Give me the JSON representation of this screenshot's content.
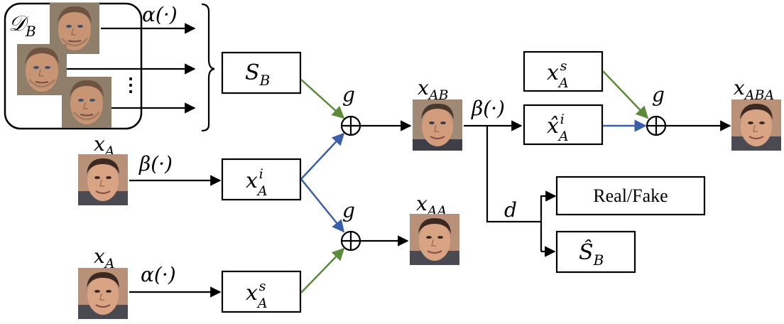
{
  "domain_set": {
    "label": "𝒟",
    "label_sub": "B"
  },
  "boxes": {
    "s_b": {
      "main": "S",
      "sub": "B"
    },
    "x_a_i": {
      "main": "x",
      "sub": "A",
      "sup": "i"
    },
    "x_a_s": {
      "main": "x",
      "sub": "A",
      "sup": "s"
    },
    "x_a_s_top": {
      "main": "x",
      "sub": "A",
      "sup": "s"
    },
    "x_a_i_hat": {
      "main": "x̂",
      "sub": "A",
      "sup": "i"
    },
    "real_fake": {
      "text": "Real/Fake"
    },
    "s_b_hat": {
      "main": "Ŝ",
      "sub": "B"
    }
  },
  "labels": {
    "x_a_1": {
      "main": "x",
      "sub": "A"
    },
    "x_a_2": {
      "main": "x",
      "sub": "A"
    },
    "x_ab": {
      "main": "x",
      "sub": "AB"
    },
    "x_aa": {
      "main": "x",
      "sub": "AA"
    },
    "x_aba": {
      "main": "x",
      "sub": "ABA"
    },
    "alpha_top": "α(·)",
    "beta_mid": "β(·)",
    "alpha_bottom": "α(·)",
    "beta_right": "β(·)",
    "g": "g",
    "d": "d",
    "vdots": "⋮"
  },
  "colors": {
    "green_arrow": "#5b8a3a",
    "blue_arrow": "#3a5ea8",
    "black": "#000000"
  },
  "icons": {
    "combine": "circle-plus-icon",
    "faces": "face-photo-icon"
  }
}
